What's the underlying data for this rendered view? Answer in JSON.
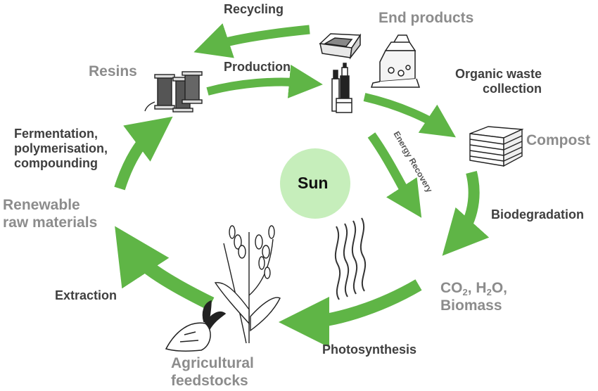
{
  "colors": {
    "arrow": "#5fb546",
    "sun": "#c6eebb",
    "dark_text": "#3f3f3f",
    "grey_text": "#8c8c8c"
  },
  "labels": {
    "recycling": "Recycling",
    "end_products": "End products",
    "resins": "Resins",
    "production": "Production",
    "organic_waste_collection_1": "Organic waste",
    "organic_waste_collection_2": "collection",
    "compost": "Compost",
    "energy_recovery": "Energy Recovery",
    "fermentation_1": "Fermentation,",
    "fermentation_2": "polymerisation,",
    "fermentation_3": "compounding",
    "sun": "Sun",
    "renewable_1": "Renewable",
    "renewable_2": "raw materials",
    "biodegradation": "Biodegradation",
    "extraction": "Extraction",
    "co2_main": "CO",
    "co2_sub": "2",
    "h2o_a": ", H",
    "h2o_sub": "2",
    "h2o_b": "O,",
    "biomass": "Biomass",
    "photosynthesis": "Photosynthesis",
    "agricultural_1": "Agricultural",
    "agricultural_2": "feedstocks"
  },
  "icons": [
    "spools-icon",
    "tray-icon",
    "milk-carton-icon",
    "bottles-icon",
    "compost-bin-icon",
    "heat-waves-icon",
    "plant-icon",
    "beet-icon"
  ]
}
